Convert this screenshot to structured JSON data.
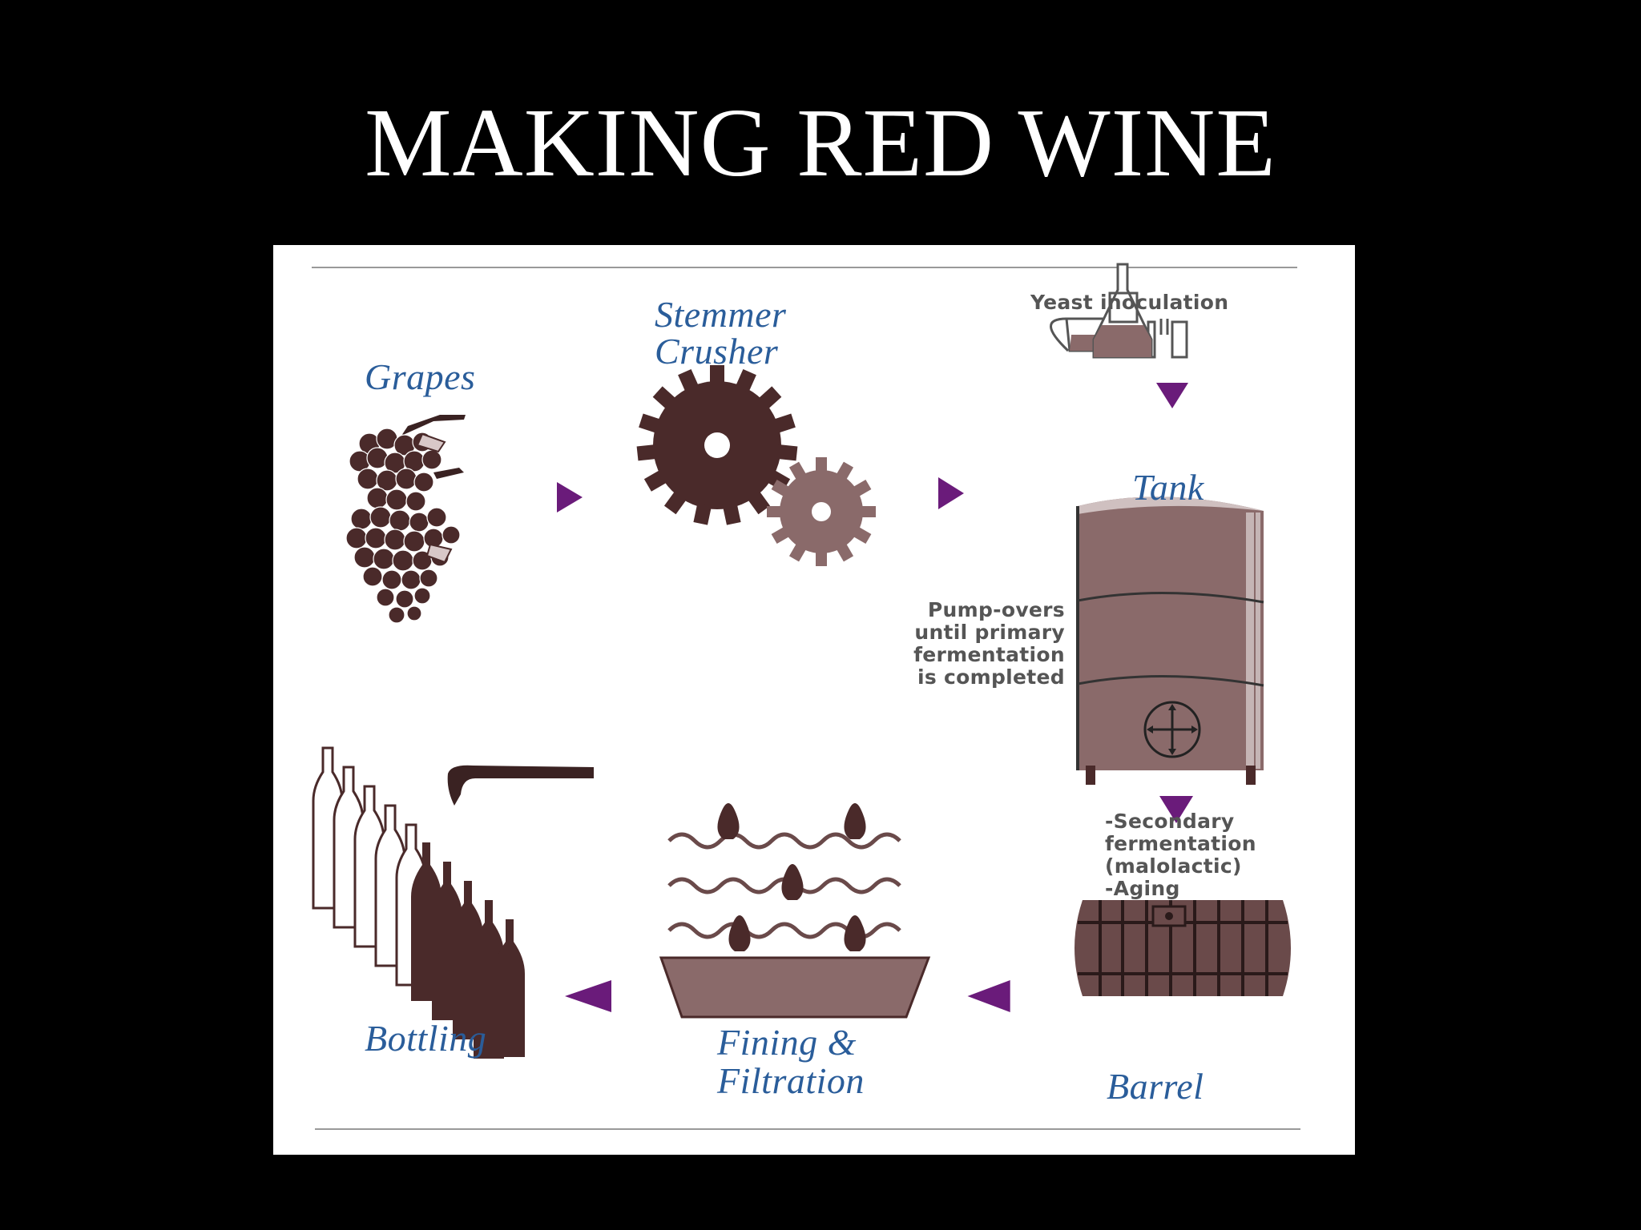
{
  "title": "MAKING RED WINE",
  "colors": {
    "background": "#000000",
    "panel": "#ffffff",
    "label": "#2a5d9a",
    "note": "#555555",
    "arrow": "#6a1b7a",
    "illustration_dark": "#4a2a2a",
    "illustration_mid": "#8a6a6a",
    "rule": "#999999"
  },
  "stages": {
    "grapes": "Grapes",
    "stemmer_crusher": "Stemmer Crusher",
    "tank": "Tank",
    "barrel": "Barrel",
    "fining_filtration": "Fining & Filtration",
    "bottling": "Bottling"
  },
  "notes": {
    "yeast": "Yeast inoculation",
    "pumpovers": "Pump-overs\nuntil primary\nfermentation\nis completed",
    "secondary": "-Secondary\nfermentation\n(malolactic)\n-Aging"
  },
  "icons": {
    "grapes": "grapes-icon",
    "crusher": "gears-icon",
    "yeast": "lab-flasks-icon",
    "tank": "fermentation-tank-icon",
    "barrel": "barrel-icon",
    "filtration": "filter-tray-icon",
    "bottling": "bottles-icon",
    "arrow": "triangle-arrow-icon"
  }
}
